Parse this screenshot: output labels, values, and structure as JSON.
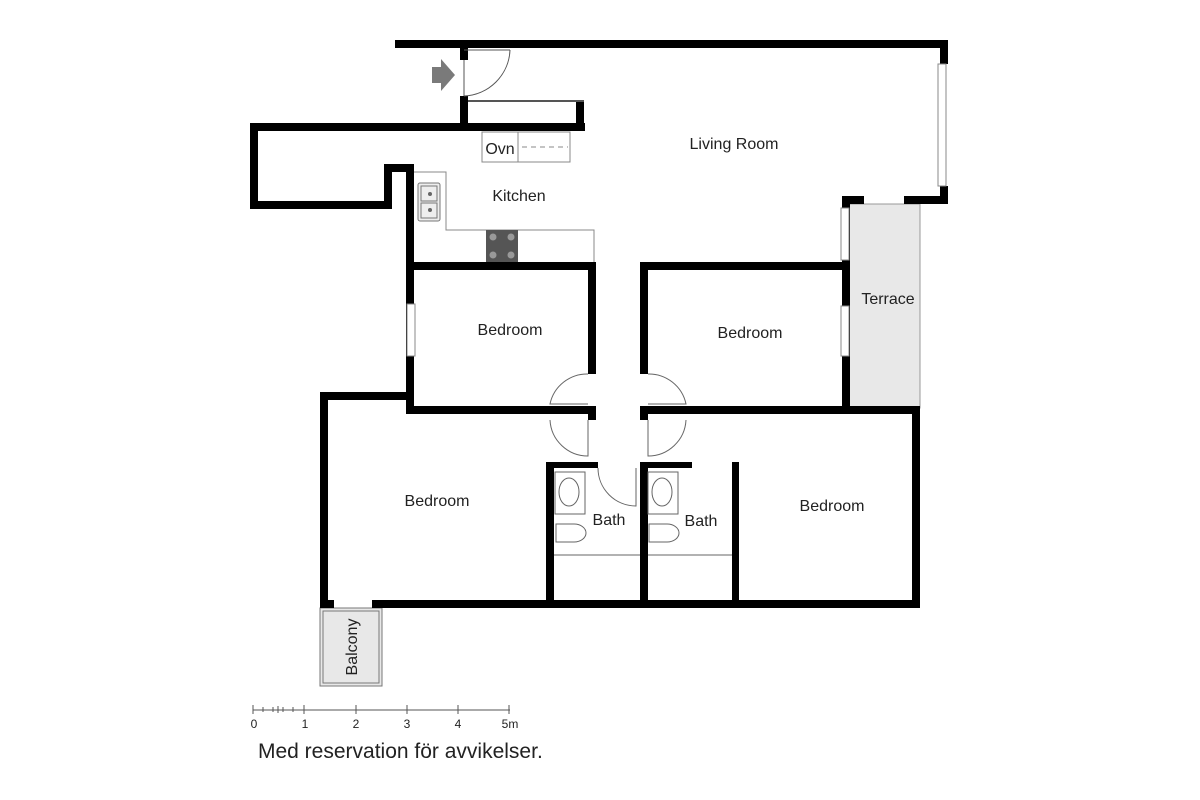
{
  "floorplan": {
    "rooms": {
      "living_room": "Living Room",
      "kitchen": "Kitchen",
      "oven": "Ovn",
      "bedroom_top_left": "Bedroom",
      "bedroom_top_right": "Bedroom",
      "bedroom_bottom_left": "Bedroom",
      "bedroom_bottom_right": "Bedroom",
      "bath_left": "Bath",
      "bath_right": "Bath",
      "terrace": "Terrace",
      "balcony": "Balcony"
    },
    "colors": {
      "wall": "#000000",
      "outdoor_fill": "#e8e8e8",
      "entrance_arrow": "#7a7a7a",
      "stove": "#555555"
    },
    "scale": {
      "ticks": [
        "0",
        "1",
        "2",
        "3",
        "4",
        "5m"
      ]
    },
    "disclaimer": "Med reservation för avvikelser."
  }
}
